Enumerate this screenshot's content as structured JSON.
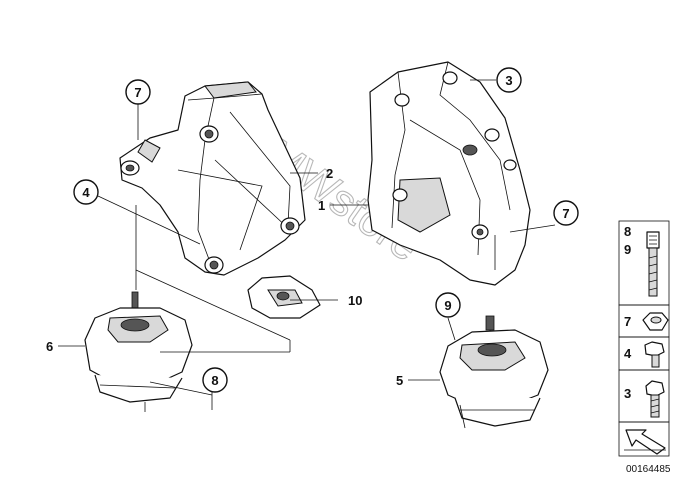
{
  "callouts": {
    "c7a": "7",
    "c2": "2",
    "c4": "4",
    "c1": "1",
    "c3": "3",
    "c7b": "7",
    "c10": "10",
    "c9": "9",
    "c6": "6",
    "c5": "5",
    "c8": "8"
  },
  "legend": {
    "row1_top": "8",
    "row1_bottom": "9",
    "row2": "7",
    "row3": "4",
    "row4": "3"
  },
  "watermark": "BMWstore",
  "diagram_id": "00164485"
}
